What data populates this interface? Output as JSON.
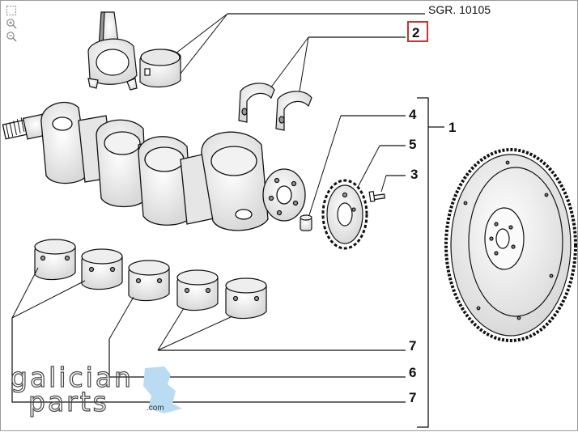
{
  "reference": "SGR. 10105",
  "callouts": {
    "c1": "1",
    "c2": "2",
    "c3": "3",
    "c4": "4",
    "c5": "5",
    "c6": "6",
    "c7a": "7",
    "c7b": "7"
  },
  "logo": {
    "line1": "galician",
    "line2": "parts",
    "suffix": ".com"
  },
  "toolbar": {
    "icons": [
      "fit-window-icon",
      "zoom-in-icon",
      "zoom-out-icon"
    ]
  },
  "colors": {
    "line": "#111111",
    "highlight_box": "#c0392b",
    "logo_accent": "#b9dcf2"
  }
}
